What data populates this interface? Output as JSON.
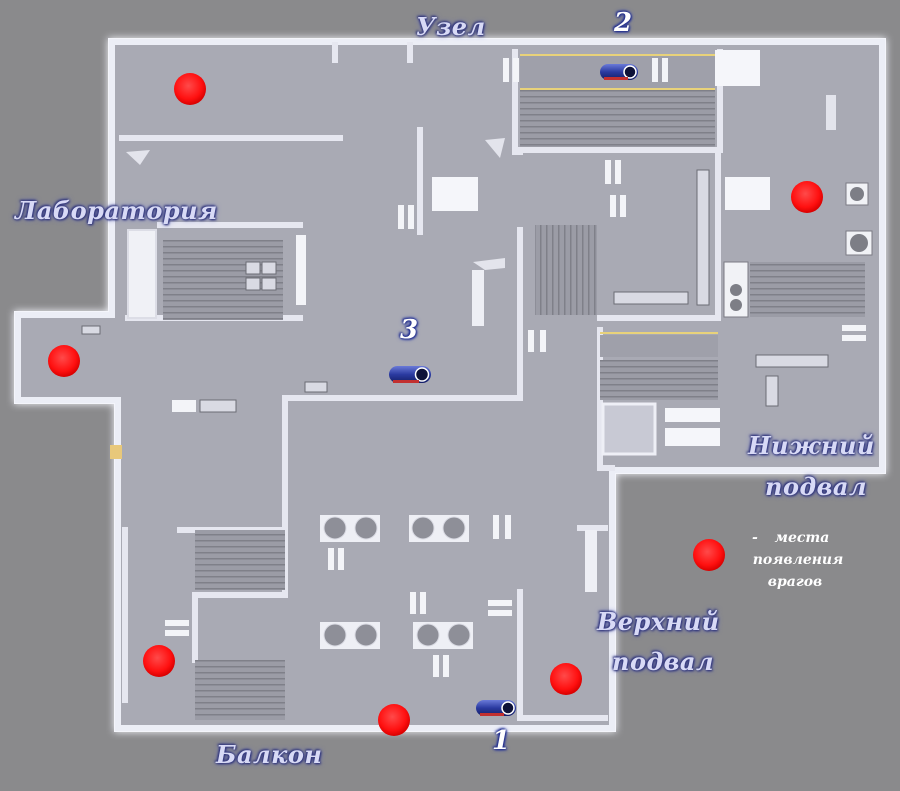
{
  "regions": {
    "uzel": "Узел",
    "laboratoriya": "Лаборатория",
    "nizhniy_line1": "Нижний",
    "nizhniy_line2": "подвал",
    "verkhniy_line1": "Верхний",
    "verkhniy_line2": "подвал",
    "balkon": "Балкон"
  },
  "spawn_markers": [
    {
      "label": "1",
      "area": "Балкон"
    },
    {
      "label": "2",
      "area": "Узел"
    },
    {
      "label": "3",
      "area": "Лаборатория"
    }
  ],
  "legend": {
    "dash": "-",
    "text_line1": "места",
    "text_line2": "появления",
    "text_line3": "врагов"
  },
  "colors": {
    "background": "#8a8a8c",
    "floor": "#a9aab4",
    "wall": "#e9eaf2",
    "enemy_spawn": "#ff1a1a",
    "region_label": "#d8daf6",
    "region_label_glow": "#3a3f8a"
  },
  "icons": {
    "enemy_spawn": "red-circle",
    "player_spawn": "capsule-pod"
  }
}
